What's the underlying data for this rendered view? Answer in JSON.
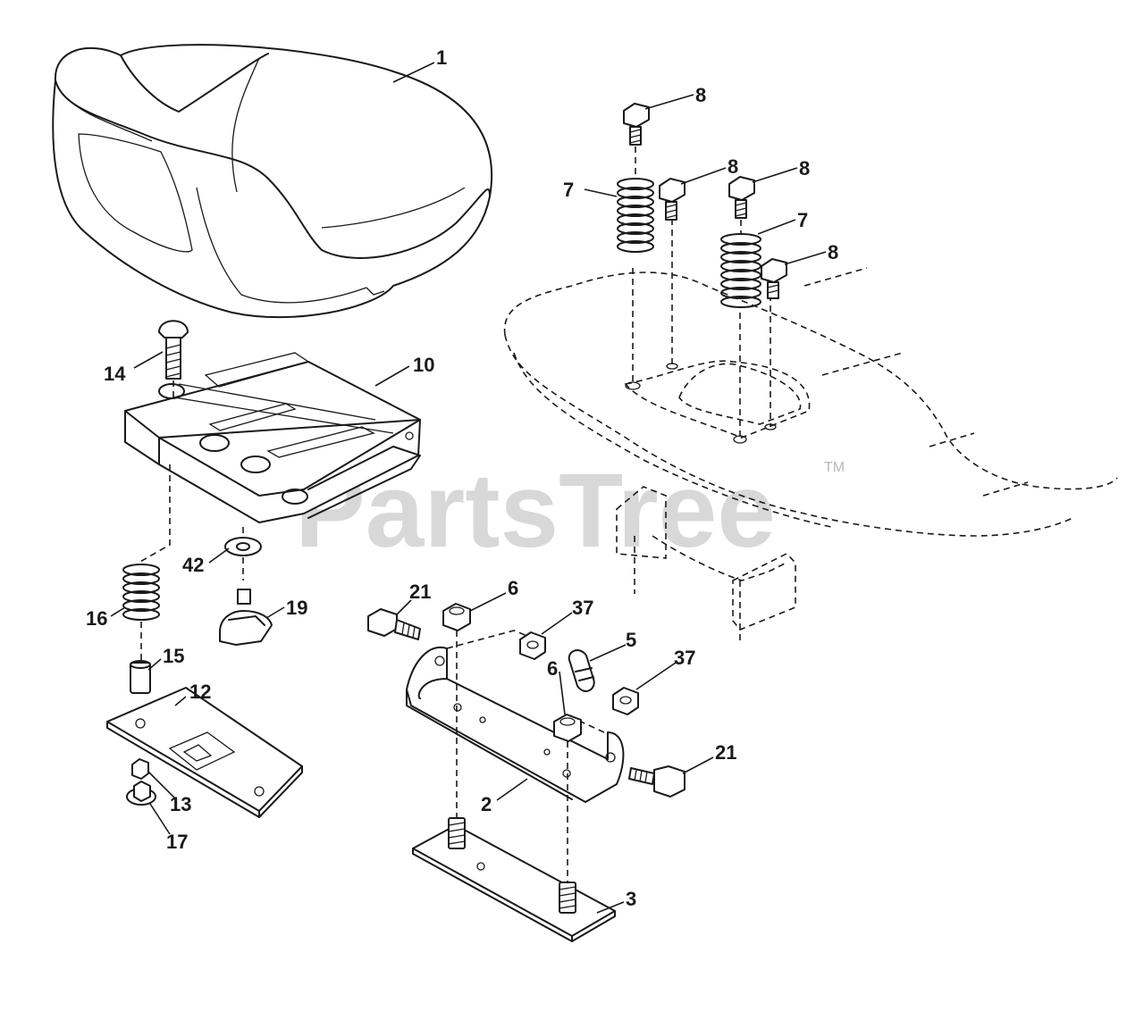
{
  "watermark": {
    "text": "PartsTree",
    "trademark": "TM"
  },
  "callouts": [
    "1",
    "8",
    "8",
    "8",
    "7",
    "7",
    "8",
    "10",
    "14",
    "42",
    "19",
    "16",
    "15",
    "12",
    "13",
    "17",
    "21",
    "6",
    "37",
    "5",
    "6",
    "37",
    "21",
    "2",
    "3"
  ]
}
